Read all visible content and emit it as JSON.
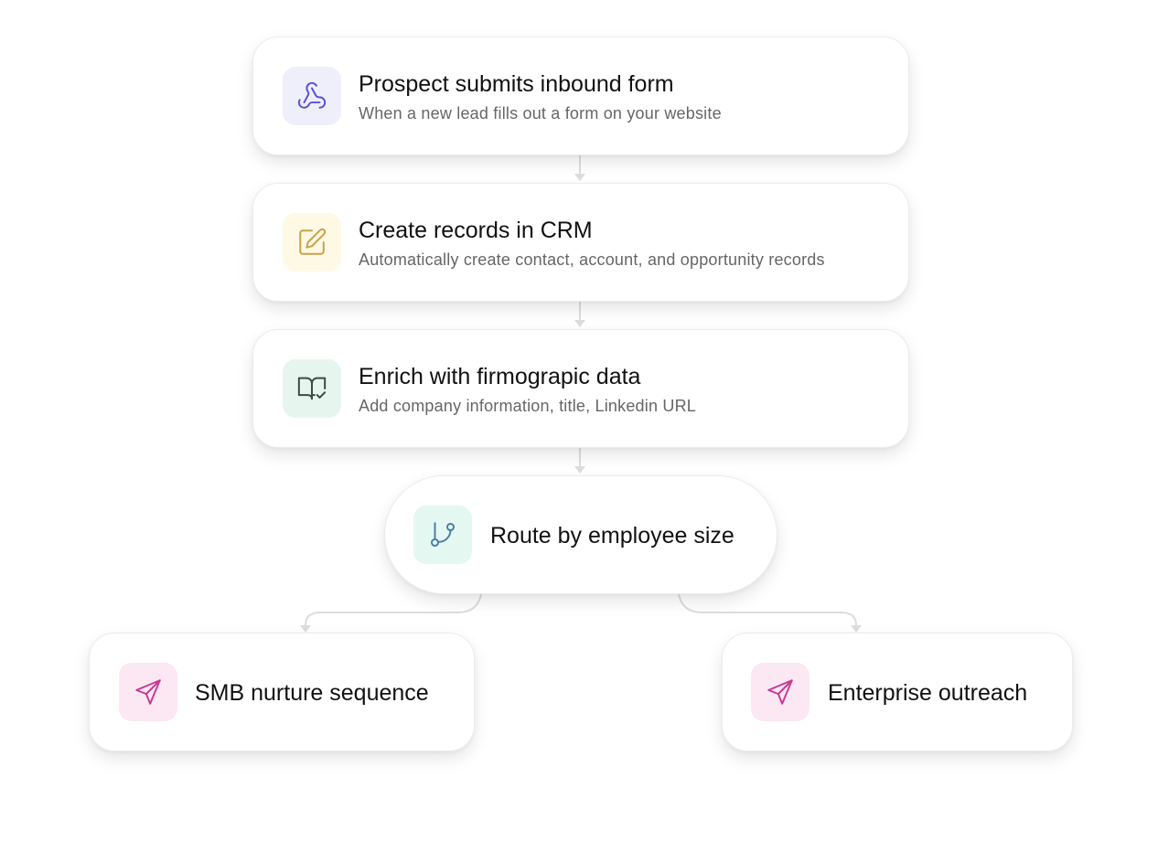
{
  "steps": {
    "trigger": {
      "title": "Prospect submits inbound form",
      "description": "When a new lead fills out a form on your website",
      "icon": "webhook-icon",
      "icon_color": "#5b50d6",
      "icon_bg": "#efeffc"
    },
    "create_records": {
      "title": "Create records in CRM",
      "description": "Automatically create contact, account, and opportunity records",
      "icon": "edit-icon",
      "icon_color": "#c9a24a",
      "icon_bg": "#fdf9e4"
    },
    "enrich": {
      "title": "Enrich with firmograpic data",
      "description": "Add company information, title, Linkedin URL",
      "icon": "book-check-icon",
      "icon_color": "#3d4a44",
      "icon_bg": "#e6f6ef"
    },
    "route": {
      "title": "Route by employee size",
      "icon": "git-branch-icon",
      "icon_color": "#4b7fa8",
      "icon_bg": "#e5f7f1"
    },
    "smb": {
      "title": "SMB nurture sequence",
      "icon": "send-icon",
      "icon_color": "#c93a92",
      "icon_bg": "#fbe8f3"
    },
    "enterprise": {
      "title": "Enterprise outreach",
      "icon": "send-icon",
      "icon_color": "#c93a92",
      "icon_bg": "#fbe8f3"
    }
  },
  "connector_color": "#dddddd"
}
